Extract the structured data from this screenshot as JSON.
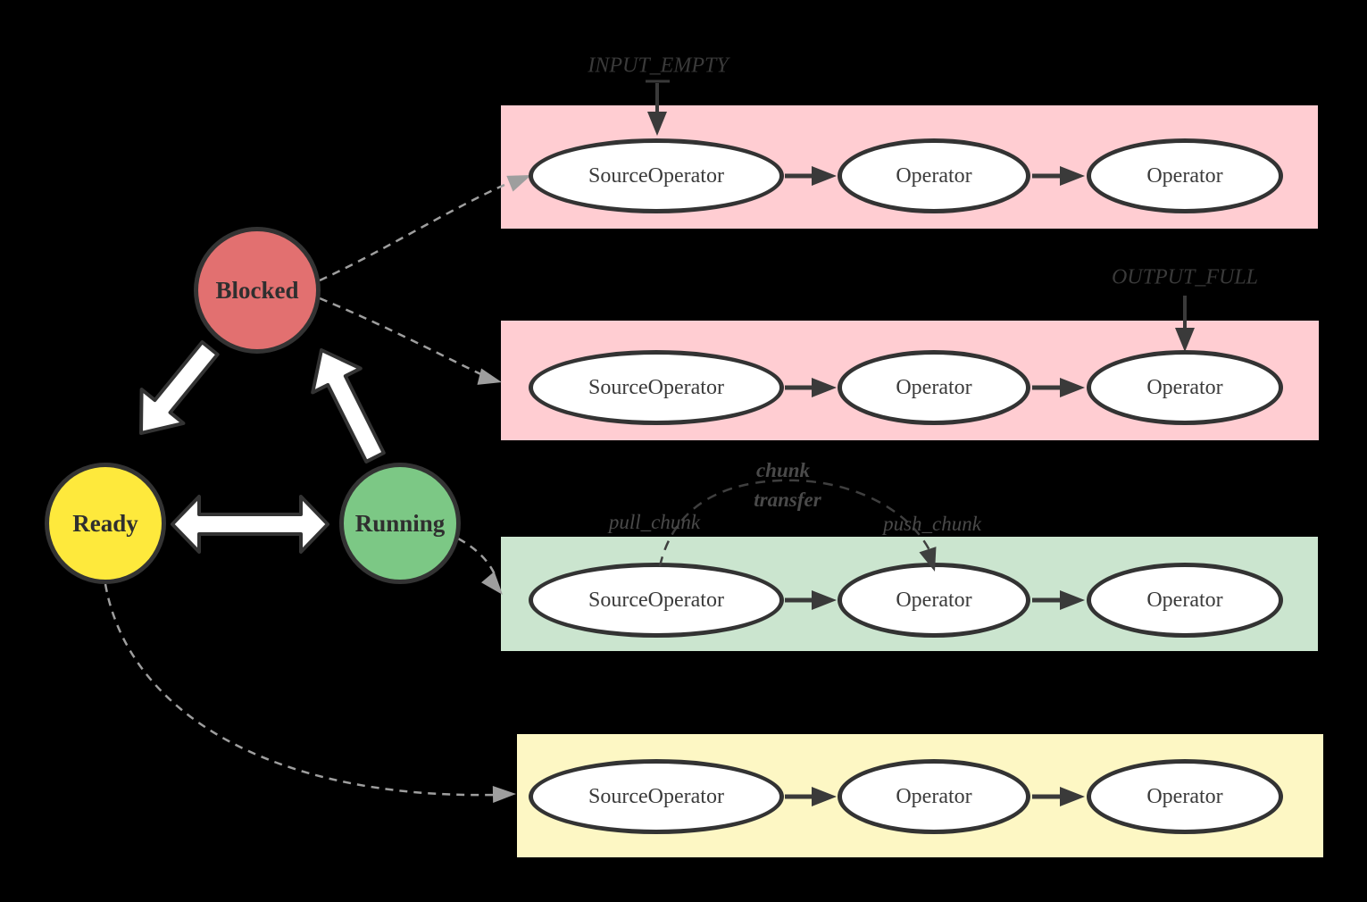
{
  "colors": {
    "background": "#000000",
    "node_fill": "#ffffff",
    "node_stroke": "#333333",
    "blocked_fill": "#e27070",
    "ready_fill": "#fee93c",
    "running_fill": "#7cc885",
    "blocked_band": "#ffcdd2",
    "running_band": "#cbe5cf",
    "ready_band": "#fdf7c4",
    "dashed_edge": "#9e9e9e",
    "dark_edge": "#3a3a3a"
  },
  "states": {
    "blocked": {
      "label": "Blocked"
    },
    "ready": {
      "label": "Ready"
    },
    "running": {
      "label": "Running"
    }
  },
  "annotations": {
    "input_empty": "INPUT_EMPTY",
    "output_full": "OUTPUT_FULL",
    "pull_chunk": "pull_chunk",
    "push_chunk": "push_chunk",
    "chunk_transfer_line1": "chunk",
    "chunk_transfer_line2": "transfer"
  },
  "pipelines": [
    {
      "name": "blocked-input-empty-pipeline",
      "nodes": [
        "SourceOperator",
        "Operator",
        "Operator"
      ]
    },
    {
      "name": "blocked-output-full-pipeline",
      "nodes": [
        "SourceOperator",
        "Operator",
        "Operator"
      ]
    },
    {
      "name": "running-pipeline",
      "nodes": [
        "SourceOperator",
        "Operator",
        "Operator"
      ]
    },
    {
      "name": "ready-pipeline",
      "nodes": [
        "SourceOperator",
        "Operator",
        "Operator"
      ]
    }
  ]
}
